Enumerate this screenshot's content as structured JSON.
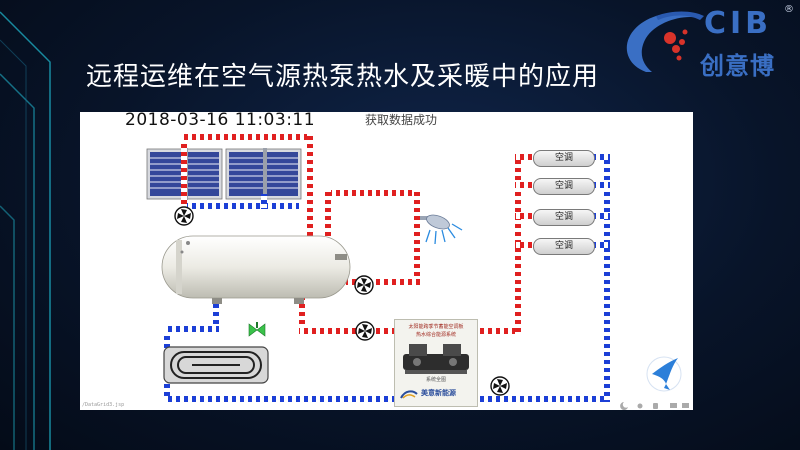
{
  "slide": {
    "title": "远程运维在空气源热泵热水及采暖中的应用"
  },
  "logo": {
    "letters": "CIB",
    "registered": "®",
    "chinese": "创意博",
    "colors": {
      "blue": "#3a6fc4",
      "red": "#d8332a"
    }
  },
  "panel": {
    "timestamp": "2018-03-16 11:03:11",
    "status": "获取数据成功",
    "footer_path": "/DataGrid3.jsp"
  },
  "air_conditioners": [
    {
      "label": "空调"
    },
    {
      "label": "空调"
    },
    {
      "label": "空调"
    },
    {
      "label": "空调"
    }
  ],
  "heat_pump_unit": {
    "caption_line1": "太阳能跨季节蓄能空调板",
    "caption_line2": "热水综合能源系统",
    "caption_line3": "系统全图",
    "brand": "美意新能源"
  },
  "pipe_colors": {
    "hot": "#e02020",
    "cold": "#1c3fd6",
    "casing": "#ffffff"
  },
  "icons": [
    "solar-collector-icon",
    "pump-icon",
    "shower-icon",
    "valve-icon",
    "heat-exchanger-icon",
    "app-bird-icon"
  ]
}
